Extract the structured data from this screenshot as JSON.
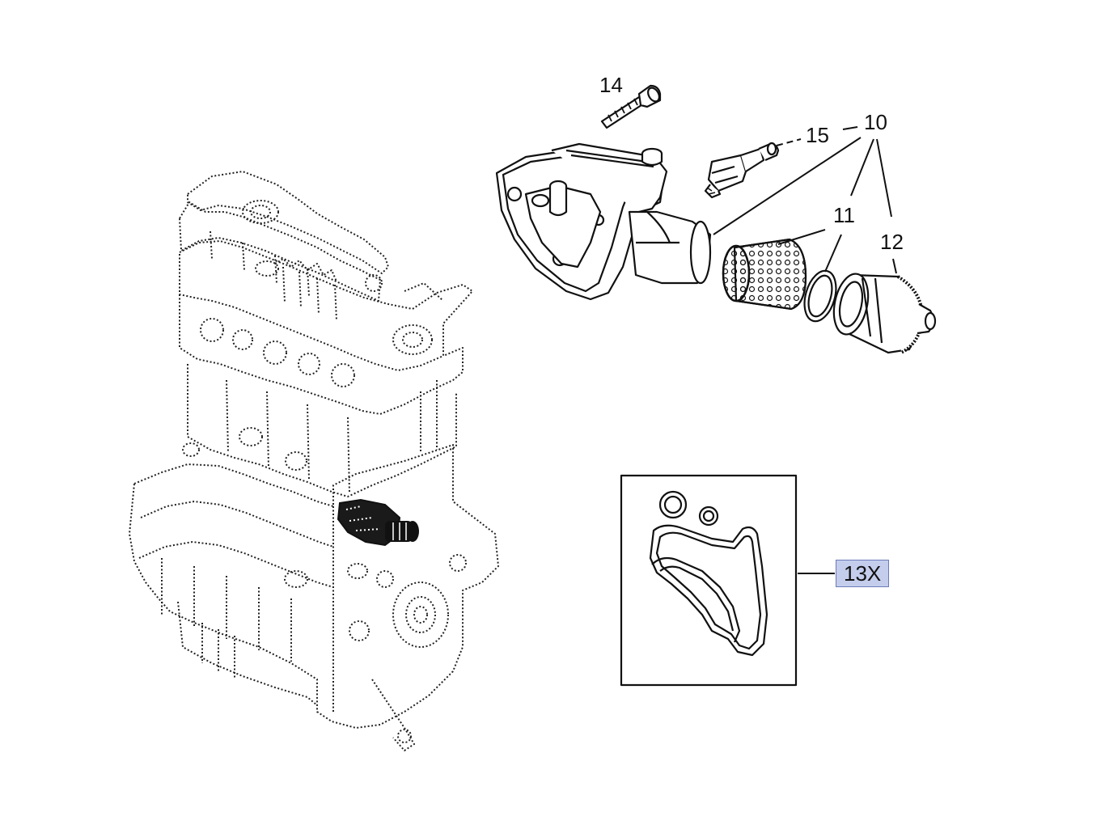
{
  "callouts": {
    "c14": "14",
    "c15": "15",
    "c10": "10",
    "c11": "11",
    "c12": "12",
    "c13x": "13X"
  },
  "colors": {
    "line": "#111111",
    "highlight_fill": "#c4cdec",
    "highlight_border": "#6c7bb8"
  },
  "icons": {
    "engine": "engine-block-outline-icon",
    "housing": "oil-filter-housing-icon",
    "filter": "filter-element-icon",
    "ring": "o-ring-icon",
    "cap": "filter-cap-icon",
    "bolt": "bolt-icon",
    "sensor": "pressure-sensor-icon",
    "gasket": "gasket-set-icon"
  }
}
